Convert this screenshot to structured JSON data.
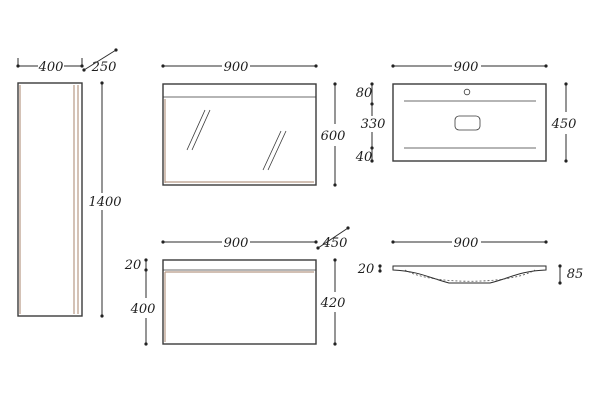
{
  "dimensions": {
    "column_width": "400",
    "column_depth": "250",
    "column_height": "1400",
    "mirror_width": "900",
    "mirror_height": "600",
    "basin_top_width": "900",
    "basin_top_front": "80",
    "basin_top_mid": "330",
    "basin_top_back": "40",
    "basin_top_depth": "450",
    "cabinet_width": "900",
    "cabinet_depth": "450",
    "cabinet_top_thickness": "20",
    "cabinet_body_height": "400",
    "cabinet_total_height": "420",
    "basin_side_width": "900",
    "basin_side_thickness": "20",
    "basin_side_height": "85"
  },
  "colors": {
    "line": "#2b2b2b",
    "wood_edge": "#b89a86",
    "background": "#ffffff"
  }
}
